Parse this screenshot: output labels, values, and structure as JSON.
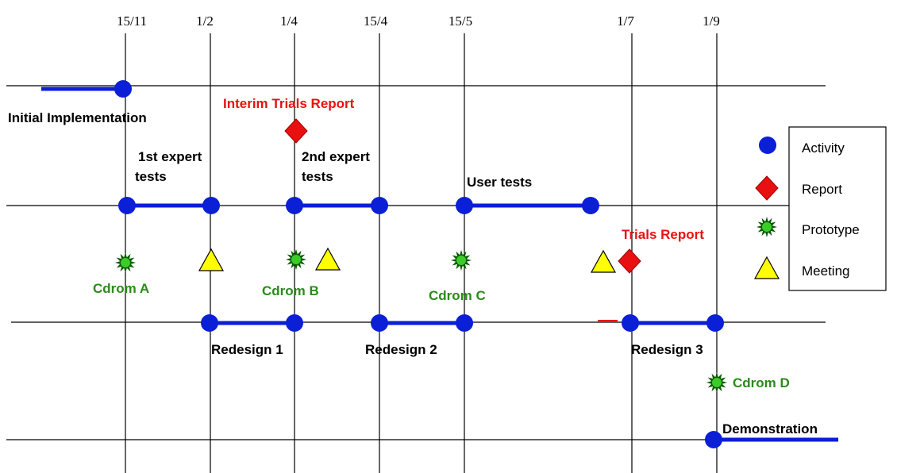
{
  "colors": {
    "activity": "#0b1fd6",
    "report": "#e81010",
    "prototype_fill": "#3ccc2a",
    "prototype_border": "#0a5a00",
    "meeting": "#ffff00",
    "green_text": "#2a8a1a",
    "red_text": "#e81010"
  },
  "dates": [
    "15/11",
    "1/2",
    "1/4",
    "15/4",
    "15/5",
    "1/7",
    "1/9"
  ],
  "labels": {
    "initial_implementation": "Initial Implementation",
    "interim_trials_report": "Interim Trials Report",
    "first_expert_line1": "1st expert",
    "first_expert_line2": "tests",
    "second_expert_line1": "2nd expert",
    "second_expert_line2": "tests",
    "user_tests": "User tests",
    "trials_report": "Trials Report",
    "cdrom_a": "Cdrom A",
    "cdrom_b": "Cdrom B",
    "cdrom_c": "Cdrom C",
    "cdrom_d": "Cdrom D",
    "redesign_1": "Redesign 1",
    "redesign_2": "Redesign 2",
    "redesign_3": "Redesign 3",
    "demonstration": "Demonstration"
  },
  "legend": [
    {
      "icon": "activity-circle-icon",
      "label": "Activity"
    },
    {
      "icon": "report-diamond-icon",
      "label": "Report"
    },
    {
      "icon": "prototype-star-icon",
      "label": "Prototype"
    },
    {
      "icon": "meeting-triangle-icon",
      "label": "Meeting"
    }
  ]
}
